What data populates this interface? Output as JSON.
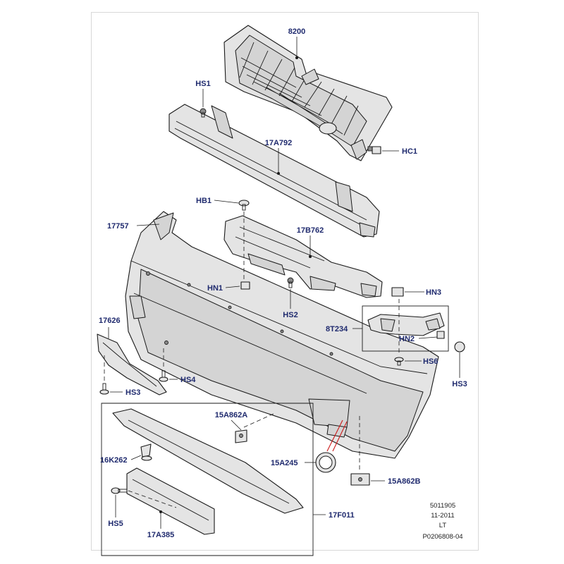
{
  "callouts": {
    "c8200": "8200",
    "hs1_top": "HS1",
    "hc1": "HC1",
    "c17a792": "17A792",
    "hb1": "HB1",
    "c17757": "17757",
    "c17b762": "17B762",
    "hn1": "HN1",
    "hs2": "HS2",
    "hn3": "HN3",
    "c8t234": "8T234",
    "hn2": "HN2",
    "c17626": "17626",
    "hs6": "HS6",
    "hs3_right": "HS3",
    "hs4": "HS4",
    "hs3_left": "HS3",
    "c15a862a": "15A862A",
    "c16k262": "16K262",
    "c15a245": "15A245",
    "c15a862b": "15A862B",
    "hs5": "HS5",
    "c17f011": "17F011",
    "c17a385": "17A385"
  },
  "footer": {
    "code": "5011905",
    "date": "11-2011",
    "market": "LT",
    "ref": "P0206808-04"
  },
  "colors": {
    "callout_text": "#1f2a6e",
    "highlight_leader": "#cc1a1a"
  }
}
